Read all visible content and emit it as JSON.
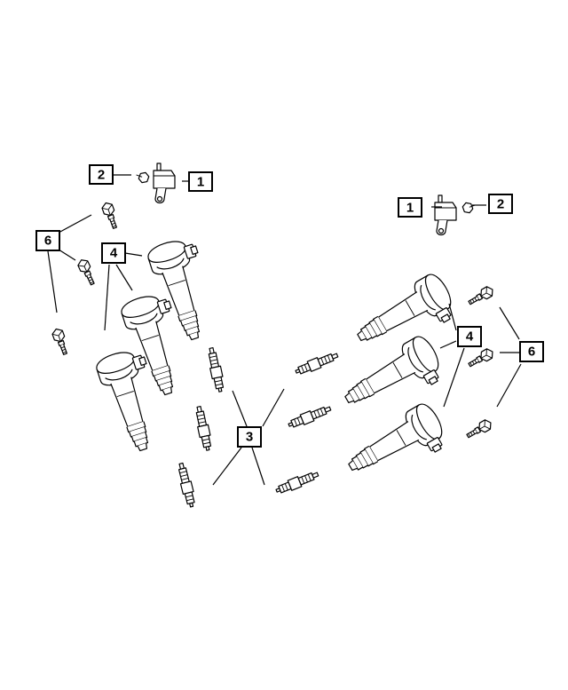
{
  "callouts": {
    "c1_left": "1",
    "c2_left": "2",
    "c1_right": "1",
    "c2_right": "2",
    "c6_left": "6",
    "c4_left": "4",
    "c3_center": "3",
    "c4_right": "4",
    "c6_right": "6"
  },
  "colors": {
    "line": "#000000",
    "background": "#ffffff"
  }
}
